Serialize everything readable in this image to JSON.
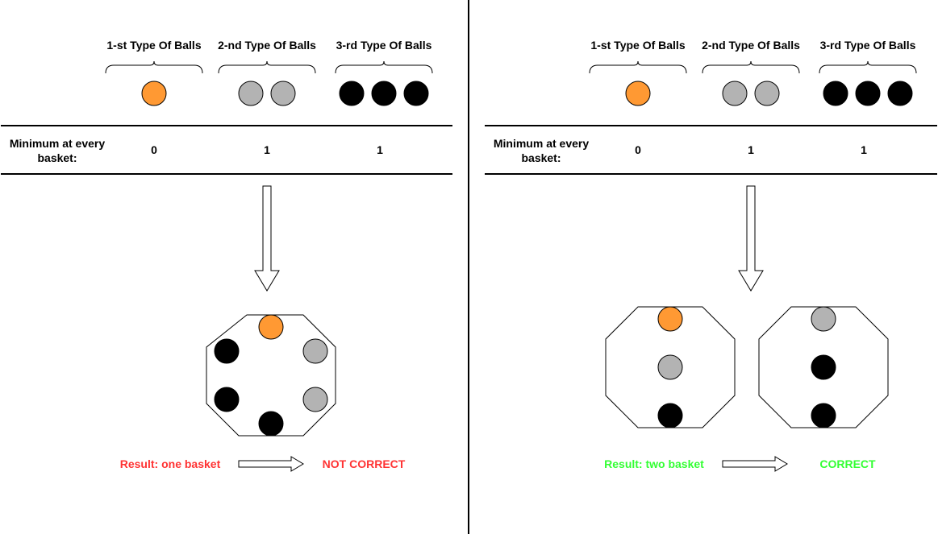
{
  "colors": {
    "orange": "#FF9933",
    "gray": "#B3B3B3",
    "black": "#000000",
    "red": "#FF3333",
    "green": "#33FF33"
  },
  "panels": [
    {
      "type_headers": [
        "1-st Type Of Balls",
        "2-nd Type Of Balls",
        "3-rd Type Of Balls"
      ],
      "minimum_label_line1": "Minimum at every",
      "minimum_label_line2": "basket:",
      "minimum_values": [
        "0",
        "1",
        "1"
      ],
      "result_label": "Result: one basket",
      "verdict": "NOT CORRECT",
      "verdict_color": "red"
    },
    {
      "type_headers": [
        "1-st Type Of Balls",
        "2-nd Type Of Balls",
        "3-rd Type Of Balls"
      ],
      "minimum_label_line1": "Minimum at every",
      "minimum_label_line2": "basket:",
      "minimum_values": [
        "0",
        "1",
        "1"
      ],
      "result_label": "Result: two basket",
      "verdict": "CORRECT",
      "verdict_color": "green"
    }
  ]
}
